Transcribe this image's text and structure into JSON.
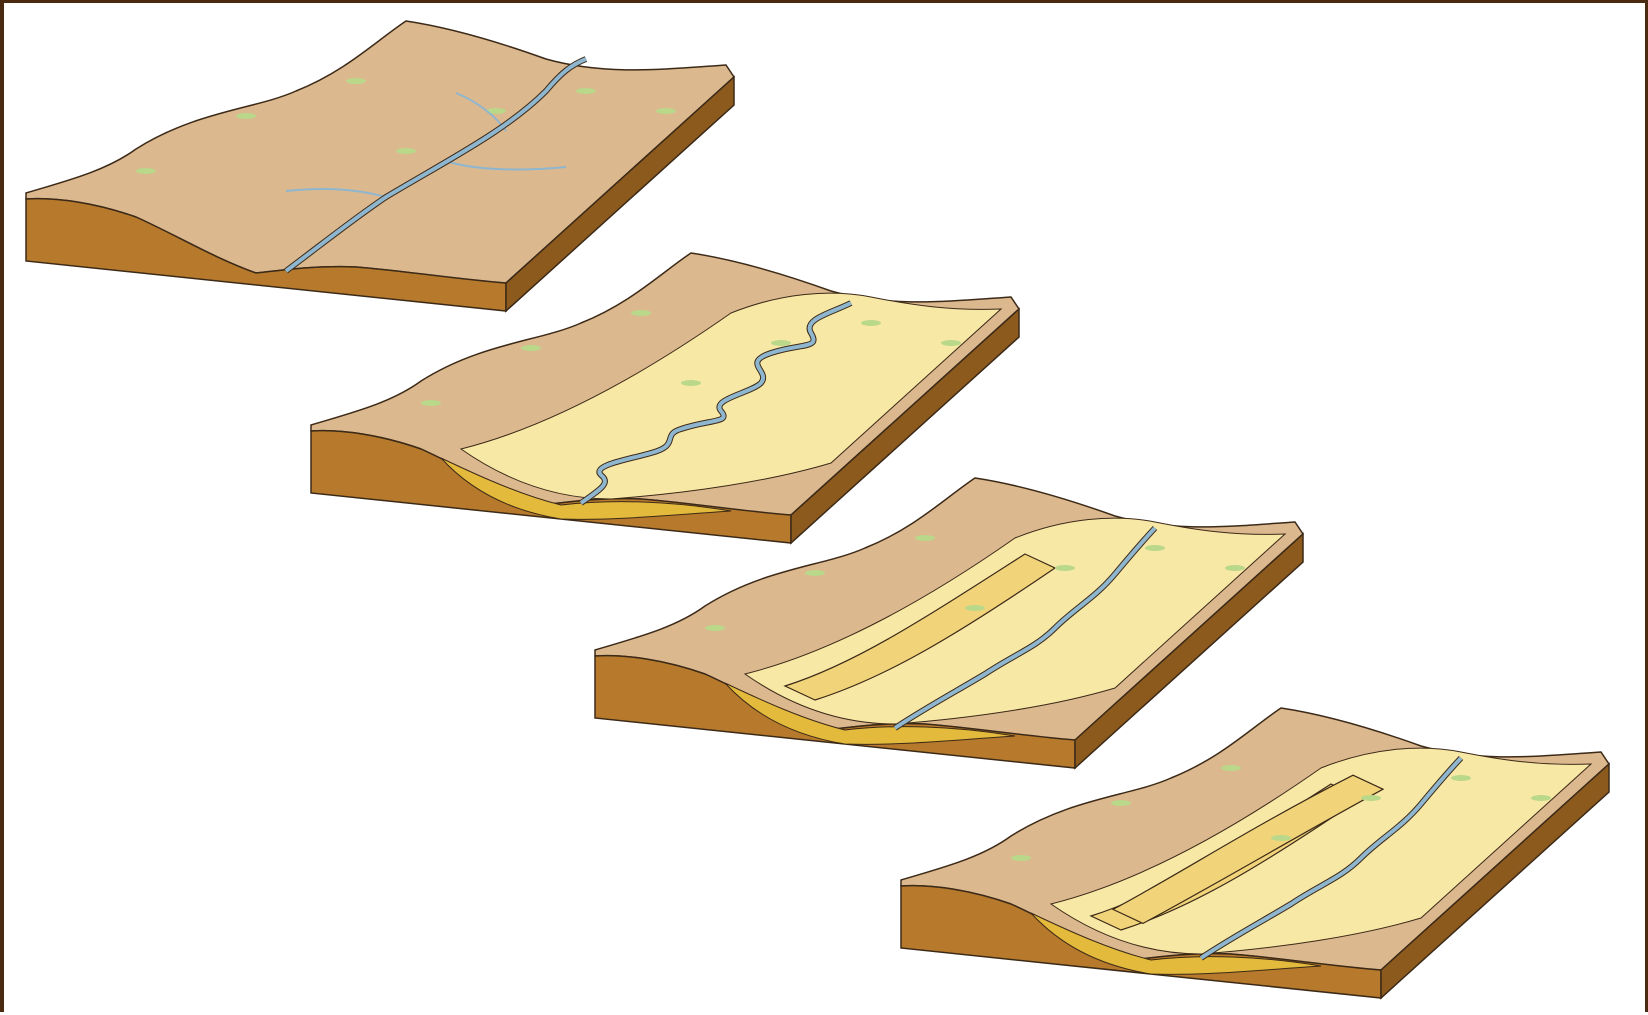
{
  "diagram": {
    "type": "block-diagram-sequence",
    "colors": {
      "frame": "#4a2a10",
      "upland_surface": "#dcb88f",
      "block_side": "#b77a2c",
      "block_side_dark": "#8d5a1d",
      "floodplain": "#f8e8a6",
      "terrace": "#f1d47a",
      "alluvium": "#e3ba3c",
      "river": "#8fb6cf",
      "vegetation": "#b9d88a",
      "outline": "#3c2a18"
    },
    "stages": [
      {
        "id": "stage-1",
        "river": "straight-channel",
        "floodplain": false,
        "terraces": 0,
        "alluvium": false
      },
      {
        "id": "stage-2",
        "river": "meandering-channel",
        "floodplain": true,
        "terraces": 0,
        "alluvium": true
      },
      {
        "id": "stage-3",
        "river": "incised-channel",
        "floodplain": true,
        "terraces": 1,
        "alluvium": true
      },
      {
        "id": "stage-4",
        "river": "incised-channel",
        "floodplain": true,
        "terraces": 2,
        "alluvium": true
      }
    ]
  }
}
